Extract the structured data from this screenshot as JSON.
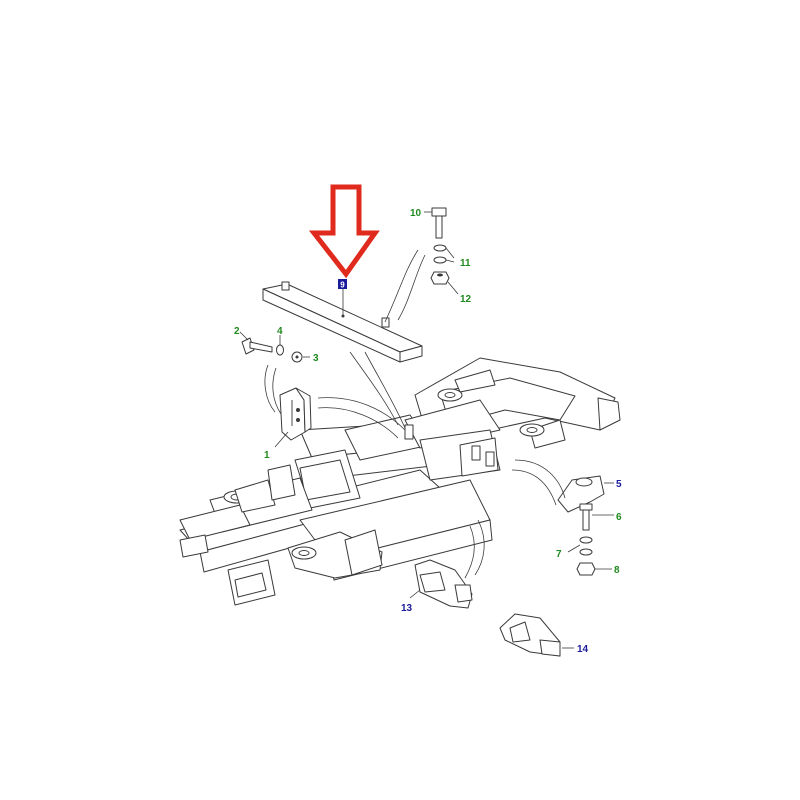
{
  "callouts": {
    "c1": "1",
    "c2": "2",
    "c3": "3",
    "c4": "4",
    "c5": "5",
    "c6": "6",
    "c7": "7",
    "c8": "8",
    "c10": "10",
    "c11": "11",
    "c12": "12",
    "c13": "13",
    "c14": "14"
  },
  "highlight_label": "9",
  "colors": {
    "arrow": "#e02a1e",
    "callout_green": "#1f8a1f",
    "callout_blue": "#1a1a9c",
    "line": "#3a3a3a"
  }
}
